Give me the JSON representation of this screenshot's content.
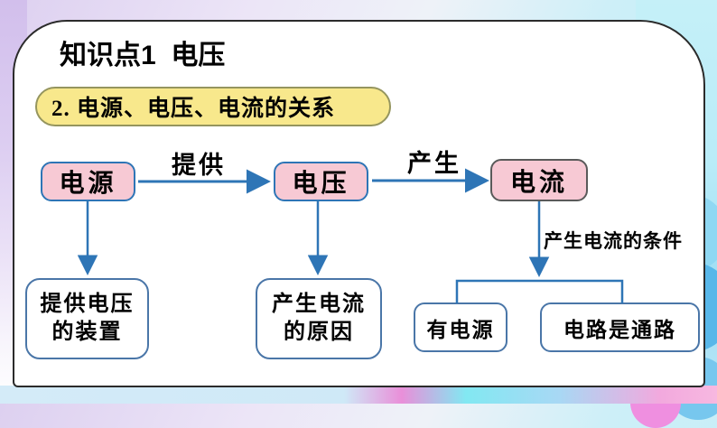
{
  "slide": {
    "title": "知识点1  电压",
    "subtitle": "2. 电源、电压、电流的关系"
  },
  "diagram": {
    "nodes": {
      "source": "电源",
      "voltage": "电压",
      "current": "电流",
      "source_desc_line1": "提供电压",
      "source_desc_line2": "的装置",
      "voltage_desc_line1": "产生电流",
      "voltage_desc_line2": "的原因",
      "condition1": "有电源",
      "condition2": "电路是通路"
    },
    "edges": {
      "provide": "提供",
      "produce": "产生",
      "condition": "产生电流的条件"
    }
  },
  "colors": {
    "accent": "#2e75b6",
    "node_pink": "#f7c9d4",
    "current_border": "#5a5a5a",
    "box_border": "#4a76a8",
    "subtitle_fill": "#f8e88c",
    "subtitle_border": "#95955e",
    "card_border": "#2b2b2b"
  }
}
